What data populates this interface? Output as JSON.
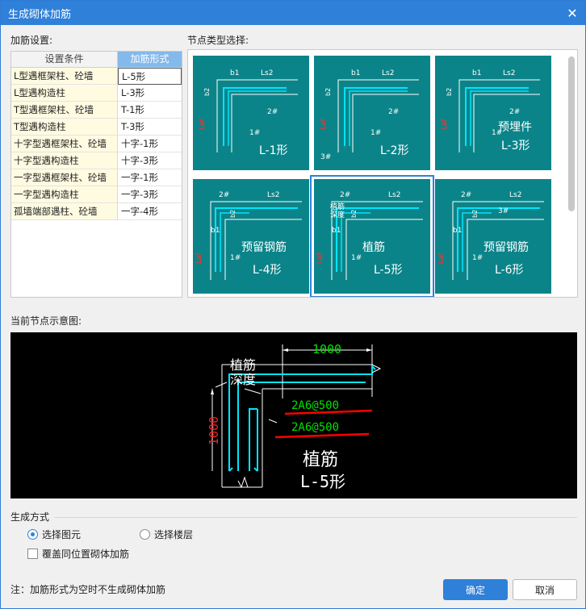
{
  "window": {
    "title": "生成砌体加筋",
    "close_glyph": "✕"
  },
  "settings": {
    "label": "加筋设置:",
    "headers": [
      "设置条件",
      "加筋形式"
    ],
    "rows": [
      {
        "condition": "L型遇框架柱、砼墙",
        "form": "L-5形"
      },
      {
        "condition": "L型遇构造柱",
        "form": "L-3形"
      },
      {
        "condition": "T型遇框架柱、砼墙",
        "form": "T-1形"
      },
      {
        "condition": "T型遇构造柱",
        "form": "T-3形"
      },
      {
        "condition": "十字型遇框架柱、砼墙",
        "form": "十字-1形"
      },
      {
        "condition": "十字型遇构造柱",
        "form": "十字-3形"
      },
      {
        "condition": "一字型遇框架柱、砼墙",
        "form": "一字-1形"
      },
      {
        "condition": "一字型遇构造柱",
        "form": "一字-3形"
      },
      {
        "condition": "孤墙端部遇柱、砼墙",
        "form": "一字-4形"
      }
    ]
  },
  "gallery": {
    "label": "节点类型选择:",
    "tiles": [
      {
        "name": "L-1形",
        "caption": "L-1形",
        "sub": "",
        "b1": "b1",
        "ls2": "Ls2",
        "b2": "b2",
        "r2": "2#",
        "r1": "1#",
        "laf": "Laf"
      },
      {
        "name": "L-2形",
        "caption": "L-2形",
        "sub": "",
        "b1": "b1",
        "ls2": "Ls2",
        "b2": "b2",
        "r2": "2#",
        "r1": "1#",
        "laf": "Laf",
        "r3": "3#"
      },
      {
        "name": "L-3形",
        "caption": "L-3形",
        "sub": "预埋件",
        "b1": "b1",
        "ls2": "Ls2",
        "b2": "b2",
        "r2": "2#",
        "r1": "1#",
        "laf": "Laf"
      },
      {
        "name": "L-4形",
        "caption": "L-4形",
        "sub": "预留钢筋",
        "b1": "b1",
        "ls2": "Ls2",
        "b2": "b2",
        "r2": "2#",
        "r1": "1#",
        "laf": "Laf"
      },
      {
        "name": "L-5形",
        "caption": "L-5形",
        "sub": "植筋",
        "b1": "b1",
        "ls2": "Ls2",
        "b2": "b2",
        "r2": "2#",
        "r1": "1#",
        "laf": "Laf",
        "depth": "植筋深度"
      },
      {
        "name": "L-6形",
        "caption": "L-6形",
        "sub": "预留钢筋",
        "b1": "b1",
        "ls2": "Ls2",
        "b2": "b2",
        "r2": "2#",
        "r1": "1#",
        "laf": "Laf",
        "r3": "3#"
      }
    ]
  },
  "preview": {
    "label": "当前节点示意图:",
    "top_len": "1000",
    "side_len": "1000",
    "rebar1": "2A6@500",
    "rebar2": "2A6@500",
    "depth_label_1": "植筋",
    "depth_label_2": "深度",
    "title_1": "植筋",
    "title_2": "L-5形"
  },
  "gen_method": {
    "label": "生成方式",
    "option1": "选择图元",
    "option2": "选择楼层",
    "selected": "option1",
    "overwrite_label": "覆盖同位置砌体加筋",
    "overwrite_checked": false
  },
  "footer": {
    "note": "注：加筋形式为空时不生成砌体加筋",
    "ok": "确定",
    "cancel": "取消"
  },
  "colors": {
    "accent": "#2f80d8",
    "tile_bg": "#0b8489",
    "rebar": "#00e5ff",
    "dim_red": "#ff2020",
    "green_text": "#00e000"
  }
}
